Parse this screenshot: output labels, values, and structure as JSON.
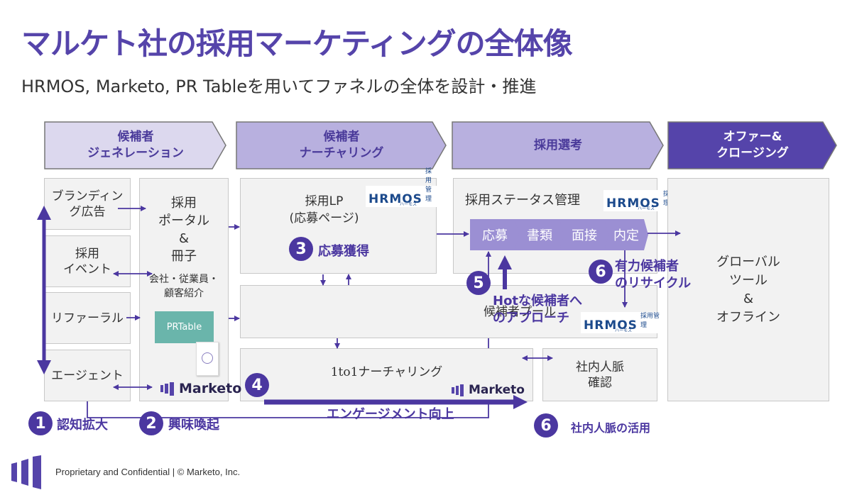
{
  "title": "マルケト社の採用マーケティングの全体像",
  "subtitle": "HRMOS, Marketo, PR Tableを用いてファネルの全体を設計・推進",
  "phases": [
    {
      "line1": "候補者",
      "line2": "ジェネレーション"
    },
    {
      "line1": "候補者",
      "line2": "ナーチャリング"
    },
    {
      "line1": "採用選考",
      "line2": ""
    },
    {
      "line1": "オファー&",
      "line2": "クロージング"
    }
  ],
  "sources": {
    "branding": "ブランディング広告",
    "event_line1": "採用",
    "event_line2": "イベント",
    "referral": "リファーラル",
    "agent": "エージェント"
  },
  "portal": {
    "line1": "採用",
    "line2": "ポータル",
    "line3": "&",
    "line4": "冊子",
    "referral_line1": "会社・従業員・",
    "referral_line2": "顧客紹介",
    "prtable": "PRTable"
  },
  "lp": {
    "line1": "採用LP",
    "line2": "(応募ページ)"
  },
  "hrmos": {
    "name": "HRMOS",
    "kanji": "採用管理",
    "kana": "ハーモス"
  },
  "marketo": {
    "name": "Marketo"
  },
  "status": {
    "title": "採用ステータス管理",
    "stages": [
      "応募",
      "書類",
      "面接",
      "内定"
    ]
  },
  "pool": "候補者プール",
  "nurturing": "1to1ナーチャリング",
  "internal": {
    "line1": "社内人脈",
    "line2": "確認"
  },
  "global": {
    "line1": "グローバル",
    "line2": "ツール",
    "line3": "&",
    "line4": "オフライン"
  },
  "steps": [
    {
      "num": "1",
      "label": "認知拡大"
    },
    {
      "num": "2",
      "label": "興味喚起"
    },
    {
      "num": "3",
      "label": "応募獲得"
    },
    {
      "num": "4",
      "label": "エンゲージメント向上"
    },
    {
      "num": "5",
      "label_line1": "Hotな候補者へ",
      "label_line2": "のアプローチ"
    },
    {
      "num": "6",
      "label_line1": "有力候補者",
      "label_line2": "のリサイクル"
    },
    {
      "num": "6",
      "label": "社内人脈の活用"
    }
  ],
  "footer": "Proprietary and Confidential  |  © Marketo, Inc.",
  "colors": {
    "accent": "#4b37a0",
    "phase_light": "#dcd8ee",
    "phase_mid": "#b8b0df",
    "phase_dark": "#5544aa",
    "stage": "#9b8fd3"
  }
}
